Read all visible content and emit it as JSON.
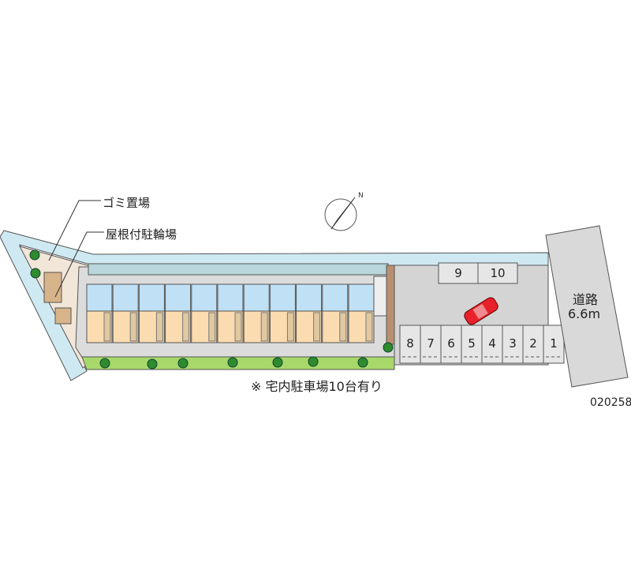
{
  "labels": {
    "garbage": "ゴミ置場",
    "bicycle": "屋根付駐輪場",
    "parking_note": "※ 宅内駐車場10台有り",
    "road": "道路",
    "road_width": "6.6m",
    "property_id": "020258"
  },
  "parking": {
    "top": [
      "9",
      "10"
    ],
    "bottom": [
      "8",
      "7",
      "6",
      "5",
      "4",
      "3",
      "2",
      "1"
    ]
  },
  "units_count": 11,
  "colors": {
    "water": "#cfe9f2",
    "ground": "#d4d4d4",
    "unit_upper": "#bfe0f5",
    "unit_lower": "#fbdcb0",
    "car": "#e8202a",
    "tree": "#2e8b2e",
    "road": "#d9d9d9"
  }
}
